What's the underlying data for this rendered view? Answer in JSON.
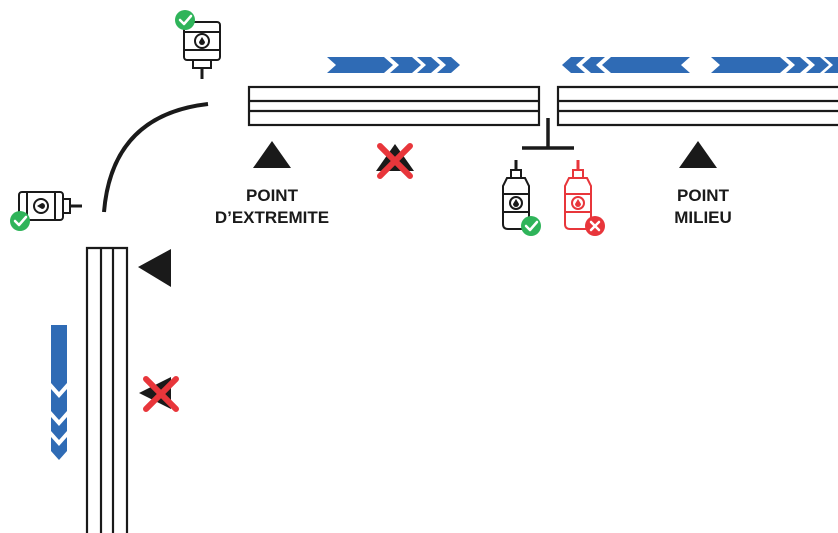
{
  "labels": {
    "end_point_line1": "POINT",
    "end_point_line2": "D’EXTREMITE",
    "mid_point_line1": "POINT",
    "mid_point_line2": "MILIEU"
  },
  "colors": {
    "rail": "#1a1a1a",
    "arrow": "#2f6bb5",
    "check": "#2fb45a",
    "cross": "#e8363b",
    "incorrect_icon": "#e8363b"
  },
  "icons": {
    "top_greaser": "grease-cartridge-icon",
    "left_greaser": "grease-pump-icon",
    "mid_greaser_ok": "grease-bottle-icon",
    "mid_greaser_bad": "grease-bottle-icon",
    "ok_badge": "check-badge-icon",
    "bad_badge": "cross-badge-icon"
  }
}
